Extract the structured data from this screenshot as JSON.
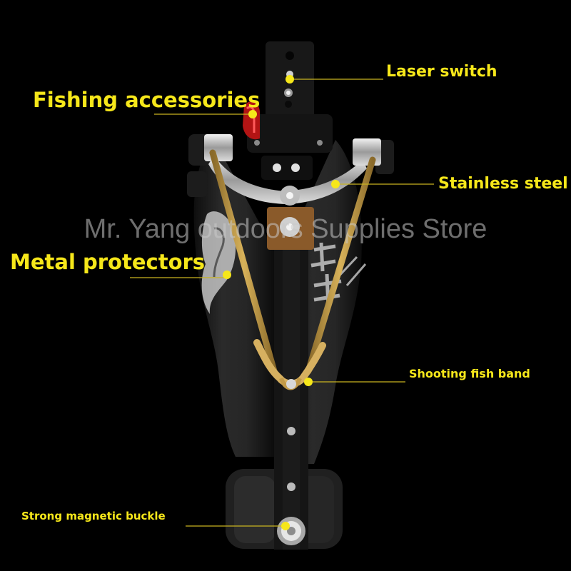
{
  "labels": {
    "laser_switch": "Laser switch",
    "fishing_accessories": "Fishing accessories",
    "stainless_steel": "Stainless steel",
    "metal_protectors": "Metal protectors",
    "shooting_fish_band": "Shooting fish band",
    "magnetic_buckle": "Strong magnetic buckle"
  },
  "watermark": "Mr. Yang outdoors Supplies Store",
  "colors": {
    "background": "#000000",
    "label_text": "#f6e71a",
    "marker_dot": "#f6e71a",
    "leader_line": "#c9b420",
    "rubber_band": "#c9a24a",
    "body": "#1e1e1e",
    "steel": "#d8d8d8",
    "red_light": "#b31414"
  }
}
